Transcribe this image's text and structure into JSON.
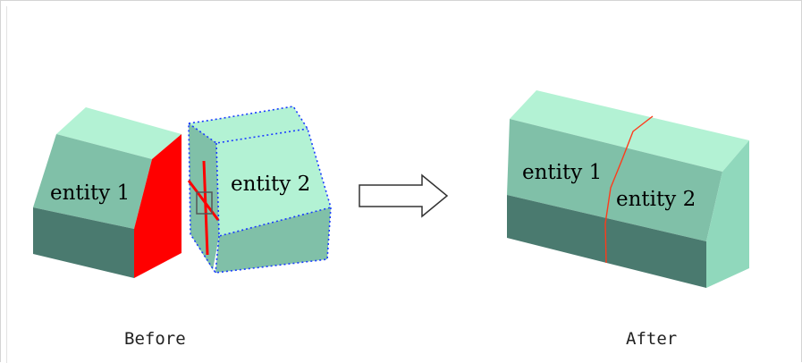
{
  "before": {
    "caption": "Before",
    "entity1_label": "entity 1",
    "entity2_label": "entity 2"
  },
  "after": {
    "caption": "After",
    "entity1_label": "entity 1",
    "entity2_label": "entity 2"
  },
  "colors": {
    "top_face": "#b3f2d4",
    "front_face": "#80c0a8",
    "bottom_face": "#4a7a6f",
    "side_face": "#90d8bc",
    "highlight_red": "#ff0000",
    "selection_blue": "#1a3cff",
    "seam_line": "#ff3a1a"
  }
}
